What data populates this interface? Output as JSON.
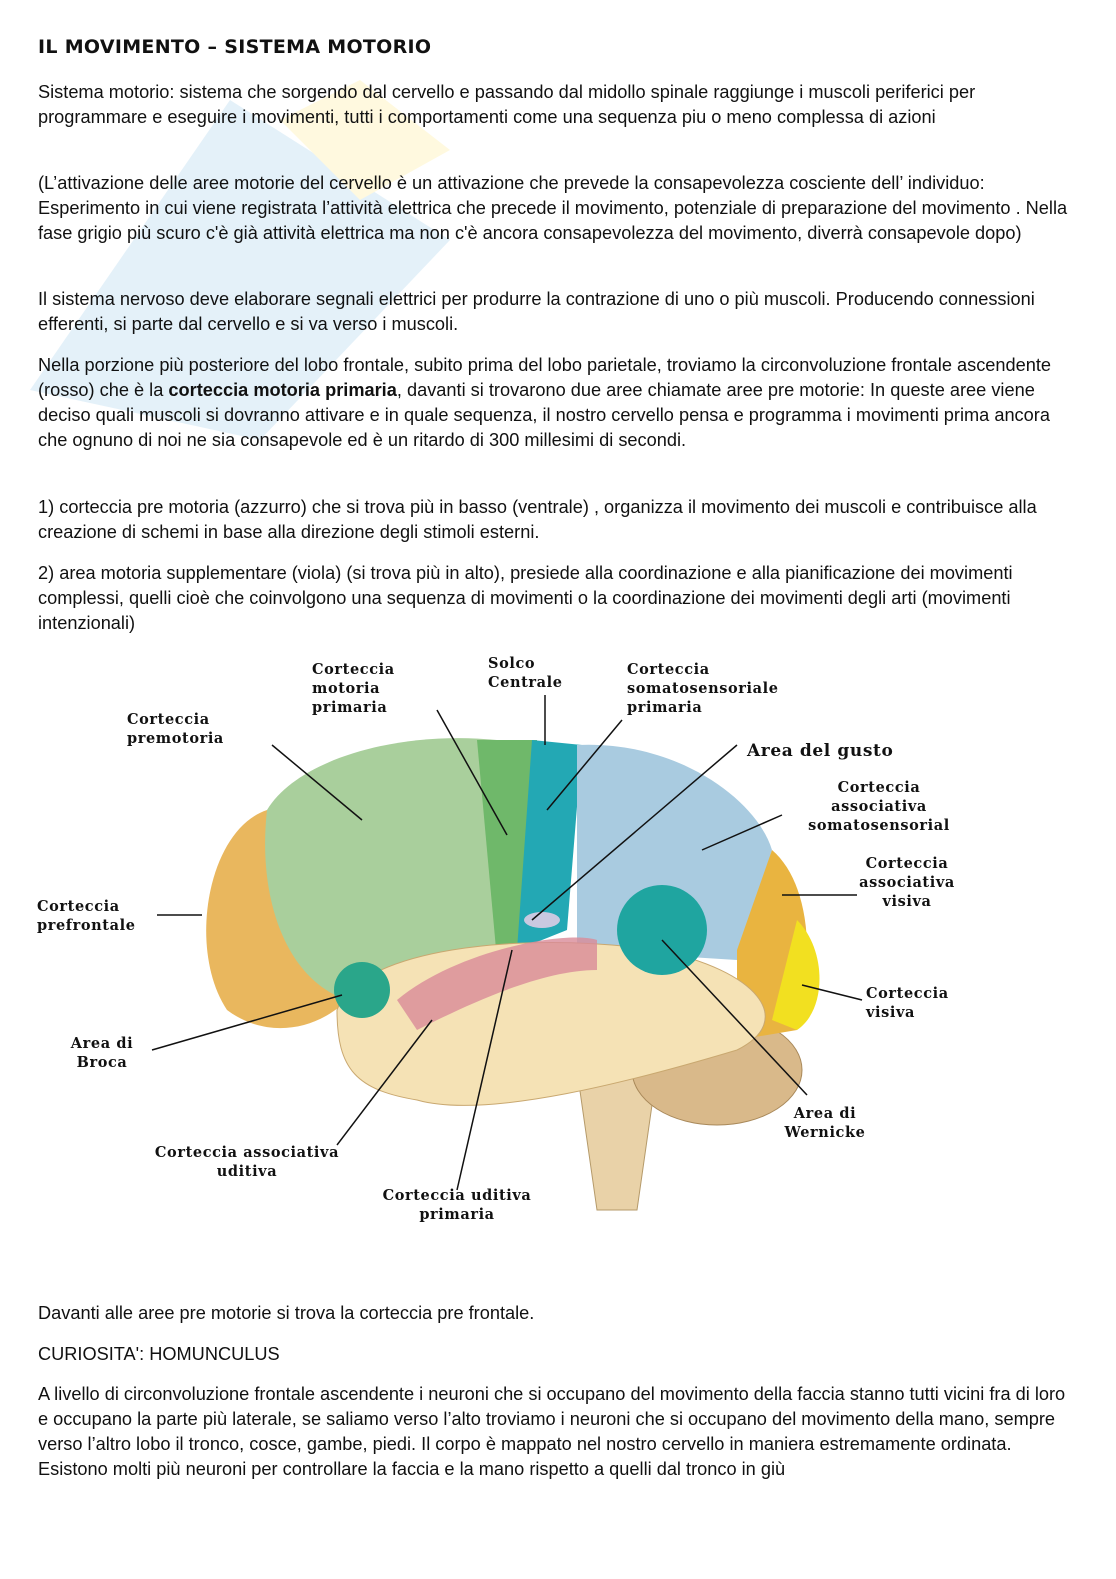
{
  "title": "IL MOVIMENTO – SISTEMA MOTORIO",
  "paragraphs": [
    "Sistema motorio: sistema che sorgendo dal cervello e passando dal midollo spinale raggiunge i muscoli periferici per programmare e eseguire i movimenti, tutti i comportamenti come una sequenza piu o meno complessa di azioni",
    " (L’attivazione delle aree motorie del cervello è un attivazione che prevede la consapevolezza cosciente dell’ individuo:  Esperimento in cui viene registrata l’attività elettrica che precede il movimento, potenziale di preparazione del movimento . Nella fase grigio più scuro c'è già attività elettrica ma non c'è ancora consapevolezza del movimento, diverrà consapevole dopo)",
    "Il sistema nervoso deve elaborare segnali elettrici per produrre la contrazione di uno o più muscoli. Producendo connessioni efferenti, si parte dal cervello e si va verso i muscoli."
  ],
  "p4": {
    "before": "Nella porzione più posteriore del lobo frontale, subito prima del lobo parietale, troviamo la circonvoluzione frontale ascendente (rosso) che è la ",
    "bold": "corteccia motoria primaria",
    "after": ", davanti si trovarono due aree chiamate aree pre motorie: In queste aree viene deciso quali muscoli si dovranno attivare e in quale sequenza, il nostro cervello pensa e programma i movimenti prima ancora che ognuno di noi ne sia consapevole ed è un ritardo di 300 millesimi di secondi."
  },
  "p5": "1) corteccia pre motoria (azzurro) che si trova più in basso (ventrale) , organizza il movimento dei muscoli e contribuisce alla creazione di schemi in base alla direzione degli stimoli esterni.",
  "p6": "2) area motoria supplementare (viola) (si trova più in alto), presiede alla coordinazione e alla pianificazione dei movimenti complessi, quelli cioè che coinvolgono una sequenza di movimenti o la coordinazione dei movimenti degli arti (movimenti intenzionali)",
  "figure_labels": {
    "motoria": "Corteccia motoria primaria",
    "solco": "Solco Centrale",
    "somato": "Corteccia somatosensoriale primaria",
    "premotoria": "Corteccia premotoria",
    "gusto": "Area del gusto",
    "assoc_somato": "Corteccia associativa somatosensorial",
    "assoc_visiva": "Corteccia associativa visiva",
    "prefrontale": "Corteccia prefrontale",
    "visiva": "Corteccia visiva",
    "broca": "Area di Broca",
    "wernicke": "Area di Wernicke",
    "assoc_uditiva": "Corteccia associativa uditiva",
    "uditiva": "Corteccia uditiva primaria"
  },
  "p7": "Davanti alle aree pre motorie si trova la corteccia pre frontale.",
  "p8": "CURIOSITA': HOMUNCULUS",
  "p9": "A livello di circonvoluzione frontale ascendente i neuroni che si occupano del movimento della faccia stanno tutti vicini fra di loro e occupano la parte più laterale, se saliamo verso l’alto troviamo i neuroni che si occupano del movimento della mano, sempre verso l’altro lobo il tronco, cosce, gambe, piedi. Il corpo è mappato nel nostro cervello in maniera estremamente ordinata. Esistono molti più neuroni per controllare la faccia e la mano rispetto a quelli dal tronco in giù"
}
